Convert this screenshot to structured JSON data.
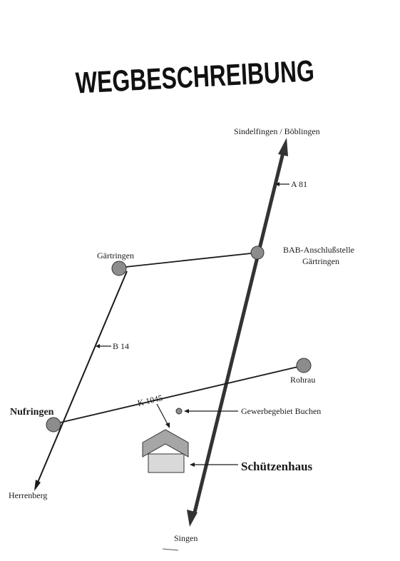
{
  "map": {
    "title": "WEGBESCHREIBUNG",
    "places": {
      "sindelfingen": "Sindelfingen / Böblingen",
      "a81": "A 81",
      "bab_line1": "BAB-Anschlußstelle",
      "bab_line2": "Gärtringen",
      "gaertringen": "Gärtringen",
      "b14": "B 14",
      "rohrau": "Rohrau",
      "k1045": "K 1045",
      "nufringen": "Nufringen",
      "gewerbegebiet": "Gewerbegebiet Buchen",
      "schuetzenhaus": "Schützenhaus",
      "herrenberg": "Herrenberg",
      "singen": "Singen"
    },
    "colors": {
      "line": "#1a1a1a",
      "node": "#8c8c8c",
      "roof": "#a6a6a6",
      "wall": "#d9d9d9"
    }
  }
}
